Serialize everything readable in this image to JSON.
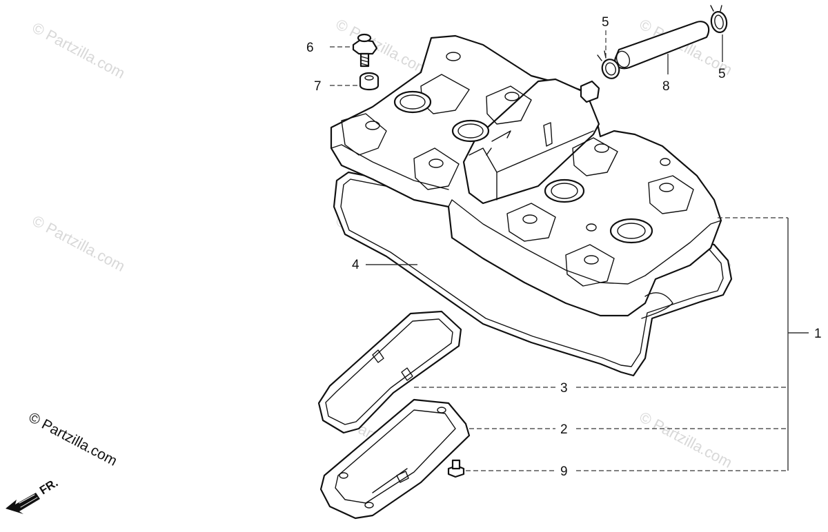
{
  "watermark_text": "© Partzilla.com",
  "credit_text": "© Partzilla.com",
  "direction_label": "FR.",
  "callouts": {
    "c1": "1",
    "c2": "2",
    "c3": "3",
    "c4": "4",
    "c5a": "5",
    "c5b": "5",
    "c6": "6",
    "c7": "7",
    "c8": "8",
    "c9": "9"
  },
  "colors": {
    "line": "#111111",
    "watermark": "#d8d8d8",
    "background": "#ffffff"
  }
}
